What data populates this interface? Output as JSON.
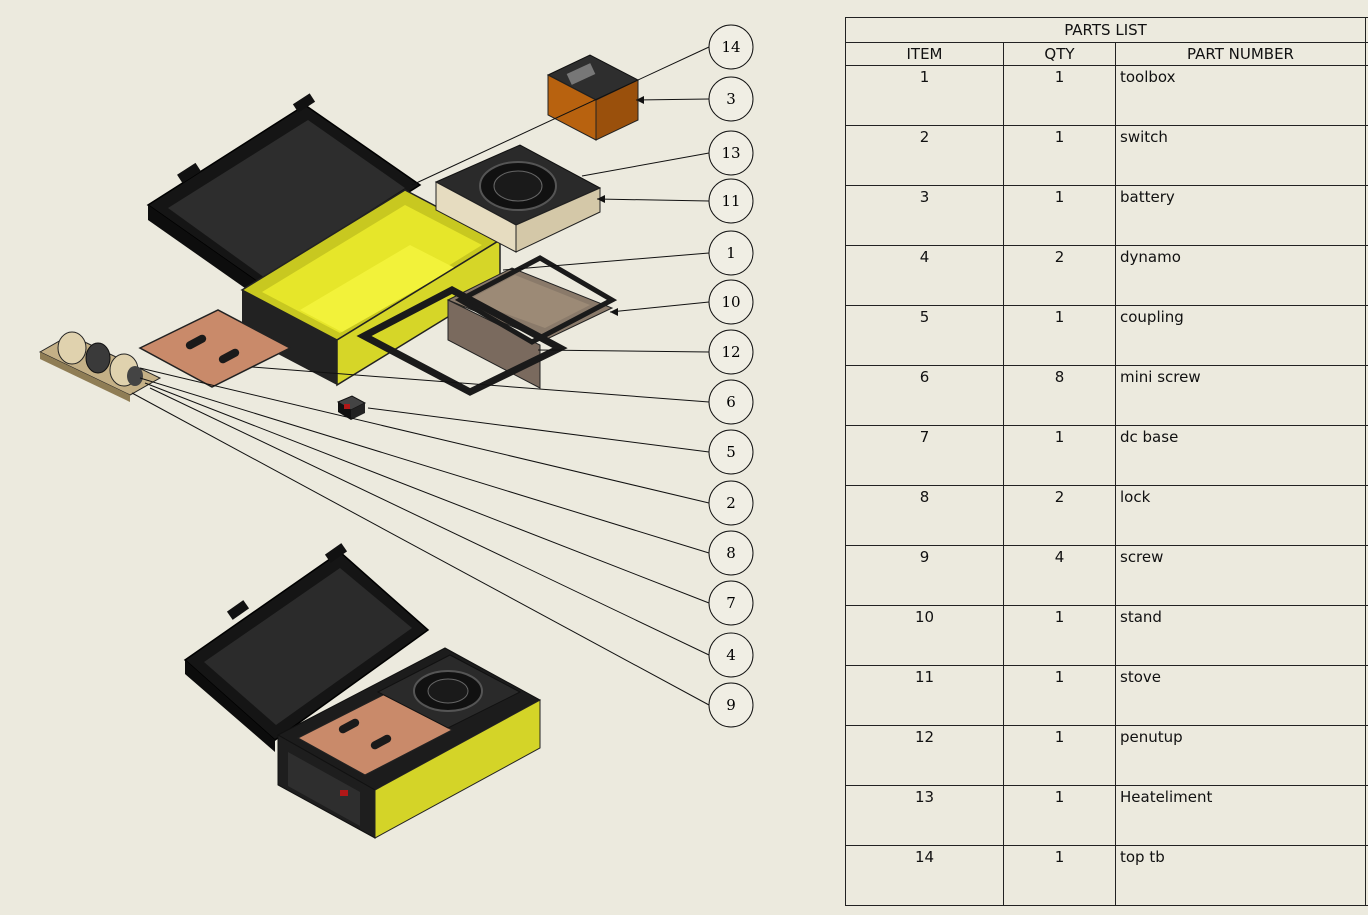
{
  "parts_list": {
    "title": "PARTS LIST",
    "columns": [
      "ITEM",
      "QTY",
      "PART NUMBER"
    ],
    "rows": [
      {
        "item": "1",
        "qty": "1",
        "part": "toolbox"
      },
      {
        "item": "2",
        "qty": "1",
        "part": "switch"
      },
      {
        "item": "3",
        "qty": "1",
        "part": "battery"
      },
      {
        "item": "4",
        "qty": "2",
        "part": "dynamo"
      },
      {
        "item": "5",
        "qty": "1",
        "part": "coupling"
      },
      {
        "item": "6",
        "qty": "8",
        "part": "mini screw"
      },
      {
        "item": "7",
        "qty": "1",
        "part": "dc base"
      },
      {
        "item": "8",
        "qty": "2",
        "part": "lock"
      },
      {
        "item": "9",
        "qty": "4",
        "part": "screw"
      },
      {
        "item": "10",
        "qty": "1",
        "part": "stand"
      },
      {
        "item": "11",
        "qty": "1",
        "part": "stove"
      },
      {
        "item": "12",
        "qty": "1",
        "part": "penutup"
      },
      {
        "item": "13",
        "qty": "1",
        "part": "Heateliment"
      },
      {
        "item": "14",
        "qty": "1",
        "part": "top tb"
      }
    ]
  },
  "balloons": [
    "14",
    "3",
    "13",
    "11",
    "1",
    "10",
    "12",
    "6",
    "5",
    "2",
    "8",
    "7",
    "4",
    "9"
  ],
  "colors": {
    "background": "#eceade",
    "box_yellow": "#d8d82c",
    "lid_black": "#1e1e1e",
    "copper_plate": "#c98a6a",
    "battery_orange": "#b8620f",
    "stove_cream": "#e6dcc0"
  }
}
